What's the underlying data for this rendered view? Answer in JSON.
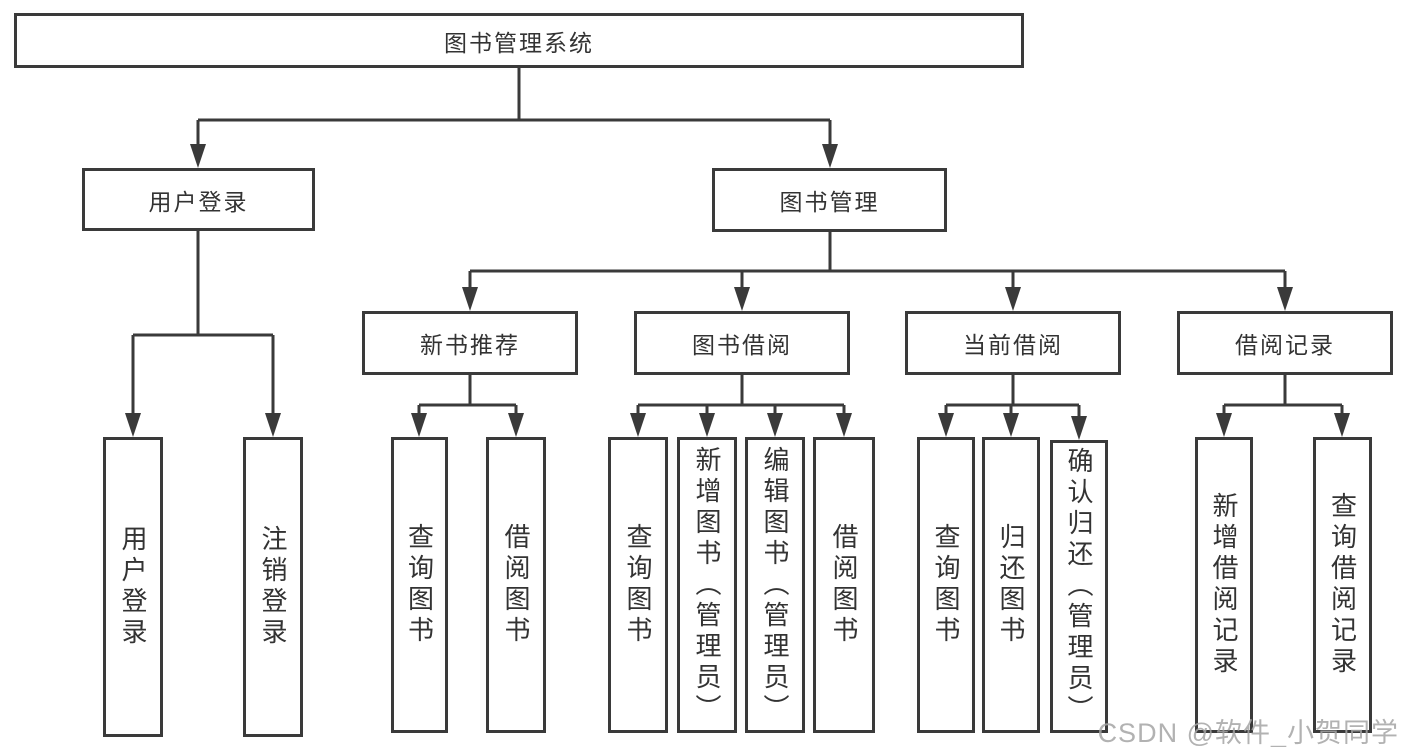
{
  "diagram": {
    "root": {
      "label": "图书管理系统"
    },
    "level2": [
      {
        "label": "用户登录"
      },
      {
        "label": "图书管理"
      }
    ],
    "level3": [
      {
        "label": "新书推荐"
      },
      {
        "label": "图书借阅"
      },
      {
        "label": "当前借阅"
      },
      {
        "label": "借阅记录"
      }
    ],
    "leaves": [
      {
        "label": "用户登录"
      },
      {
        "label": "注销登录"
      },
      {
        "label": "查询图书"
      },
      {
        "label": "借阅图书"
      },
      {
        "label": "查询图书"
      },
      {
        "label": "新增图书（管理员）"
      },
      {
        "label": "编辑图书（管理员）"
      },
      {
        "label": "借阅图书"
      },
      {
        "label": "查询图书"
      },
      {
        "label": "归还图书"
      },
      {
        "label": "确认归还（管理员）"
      },
      {
        "label": "新增借阅记录"
      },
      {
        "label": "查询借阅记录"
      }
    ],
    "watermark": "CSDN @软件_小贺同学",
    "colors": {
      "line": "#3a3a3a",
      "box_border": "#3a3a3a",
      "box_fill": "#ffffff",
      "text": "#333333",
      "watermark": "#a5a5a5",
      "background": "#ffffff"
    }
  }
}
